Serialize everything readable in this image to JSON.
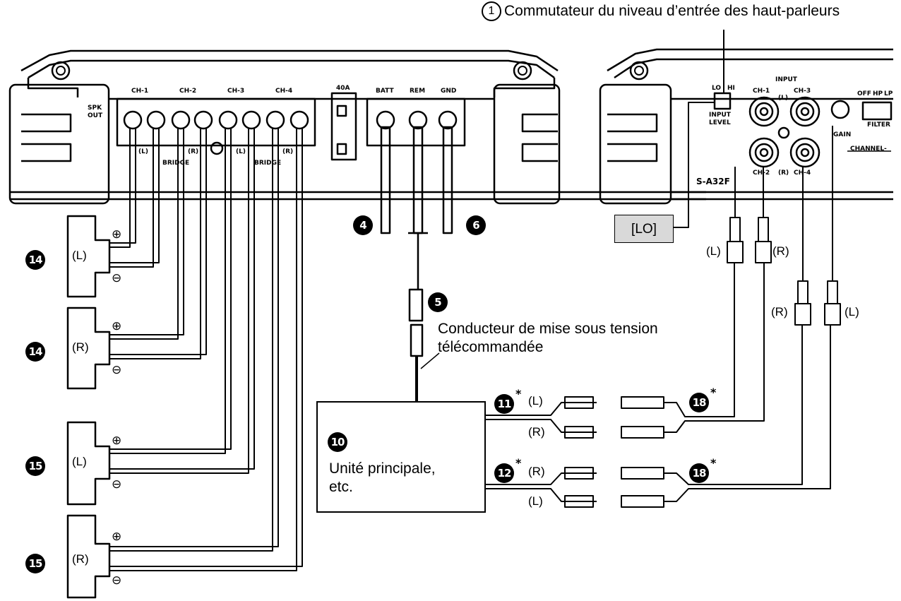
{
  "callout_input_level": {
    "number": "1",
    "text": "Commutateur du niveau d’entrée des haut-parleurs"
  },
  "lo_box": "[LO]",
  "remote_lead": {
    "number": "5",
    "line1": "Conducteur de mise sous tension",
    "line2": "télécommandée"
  },
  "head_unit": {
    "number": "10",
    "line1": "Unité principale,",
    "line2": "etc."
  },
  "power_terminals": {
    "batt_number": "4",
    "gnd_number": "6",
    "fuse": "40A",
    "batt": "BATT",
    "rem": "REM",
    "gnd": "GND"
  },
  "amp_front": {
    "spk_out": "SPK OUT",
    "channels": [
      "CH-1",
      "CH-2",
      "CH-3",
      "CH-4"
    ],
    "bridge_left": [
      "(L)",
      "(R)"
    ],
    "bridge_right": [
      "(L)",
      "(R)"
    ],
    "bridge_text": "BRIDGE"
  },
  "amp_rear": {
    "input_title": "INPUT",
    "ch1": "CH-1",
    "ch2": "CH-2",
    "ch3": "CH-3",
    "ch4": "CH-4",
    "input_level": "INPUT LEVEL",
    "lo": "LO",
    "hi": "HI",
    "gain": "GAIN",
    "filter": "FILTER",
    "off": "OFF",
    "hp": "HP",
    "lp": "LP",
    "channel": "CHANNEL-",
    "model": "S-A32F",
    "r_mark": "(R)",
    "l_mark": "(L)"
  },
  "speakers": [
    {
      "number": "14",
      "side": "(L)",
      "plus": "⊕",
      "minus": "⊖"
    },
    {
      "number": "14",
      "side": "(R)",
      "plus": "⊕",
      "minus": "⊖"
    },
    {
      "number": "15",
      "side": "(L)",
      "plus": "⊕",
      "minus": "⊖"
    },
    {
      "number": "15",
      "side": "(R)",
      "plus": "⊕",
      "minus": "⊖"
    }
  ],
  "rca_upper": {
    "number": "11",
    "star": "*",
    "l": "(L)",
    "r": "(R)",
    "ext_number": "18",
    "ext_star": "*"
  },
  "rca_lower": {
    "number": "12",
    "star": "*",
    "r": "(R)",
    "l": "(L)",
    "ext_number": "18",
    "ext_star": "*"
  },
  "rca_inputs": {
    "left_pair": [
      "(L)",
      "(R)"
    ],
    "right_pair": [
      "(R)",
      "(L)"
    ]
  }
}
